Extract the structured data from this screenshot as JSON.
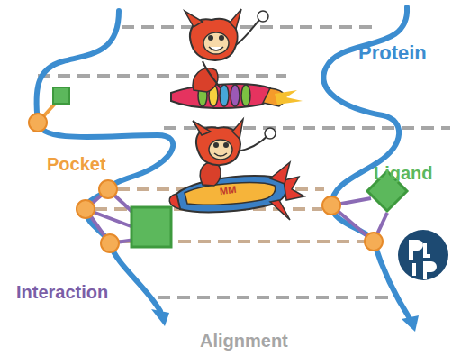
{
  "diagram": {
    "labels": [
      "Protein",
      "Pocket",
      "Ligand",
      "Interaction",
      "Alignment",
      "MM"
    ]
  }
}
